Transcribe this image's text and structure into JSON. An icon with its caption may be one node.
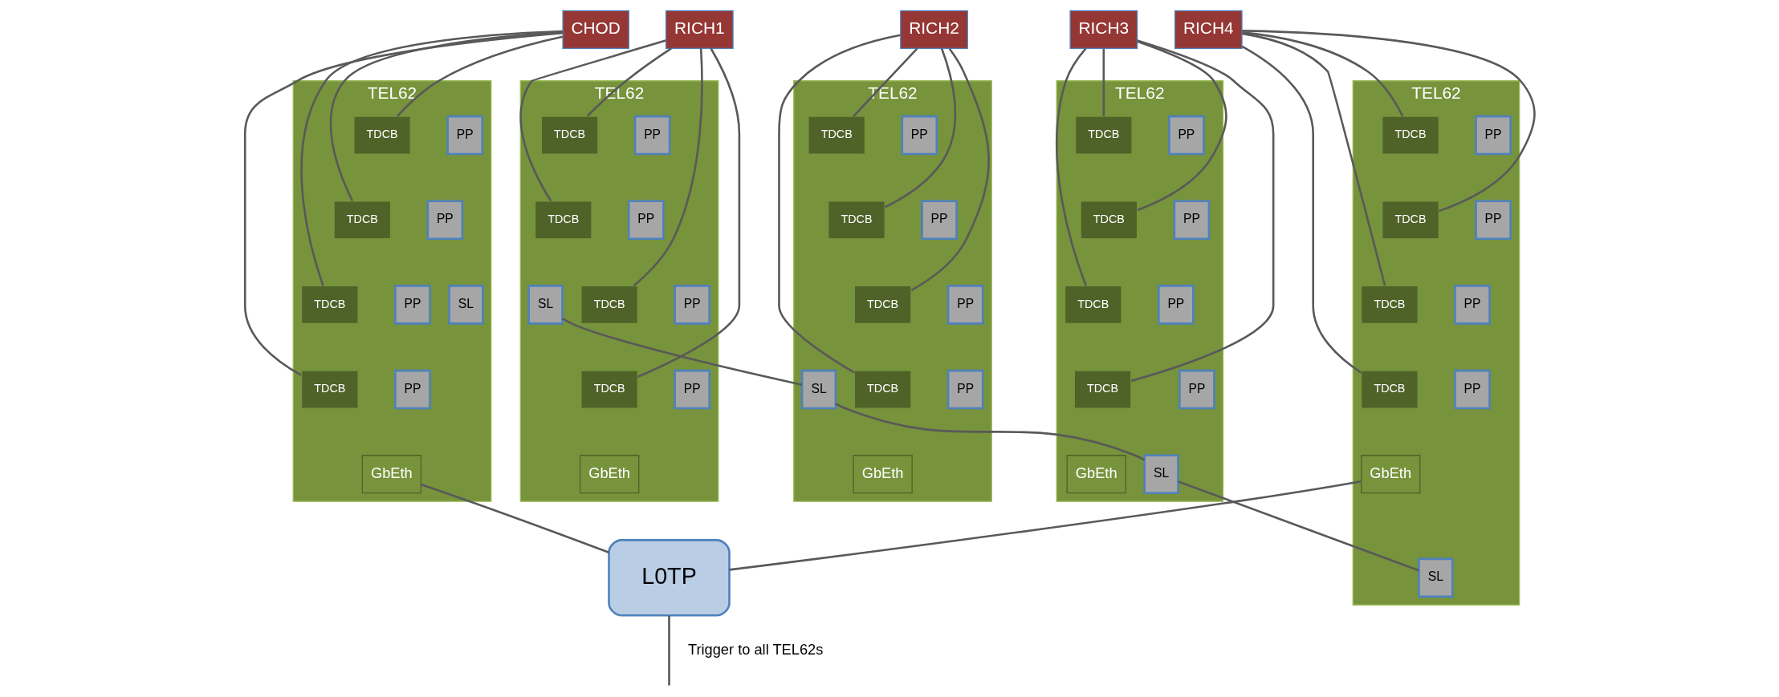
{
  "diagram": {
    "nodes": [
      {
        "text": [
          "CHOD"
        ]
      },
      {
        "text": [
          "TEL62"
        ]
      },
      {
        "text": [
          "TDCB"
        ],
        "in": 1
      },
      {
        "text": [
          "PP"
        ],
        "in": 1
      },
      {
        "text": [
          "TDCB"
        ],
        "in": 1
      },
      {
        "text": [
          "PP"
        ],
        "in": 1
      },
      {
        "text": [
          "TDCB"
        ],
        "in": 1
      },
      {
        "text": [
          "PP"
        ],
        "in": 1
      },
      {
        "text": [
          "TDCB"
        ],
        "in": 1
      },
      {
        "text": [
          "PP"
        ],
        "in": 1
      },
      {
        "text": [
          "SL"
        ],
        "in": 1
      },
      {
        "text": [
          "GbEth"
        ],
        "in": 1
      },
      {
        "text": [
          "RICH1"
        ]
      },
      {
        "text": [
          "TEL62"
        ]
      },
      {
        "text": [
          "TDCB"
        ],
        "in": 13
      },
      {
        "text": [
          "PP"
        ],
        "in": 13
      },
      {
        "text": [
          "TDCB"
        ],
        "in": 13
      },
      {
        "text": [
          "PP"
        ],
        "in": 13
      },
      {
        "text": [
          "TDCB"
        ],
        "in": 13
      },
      {
        "text": [
          "PP"
        ],
        "in": 13
      },
      {
        "text": [
          "TDCB"
        ],
        "in": 13
      },
      {
        "text": [
          "PP"
        ],
        "in": 13
      },
      {
        "text": [
          "SL"
        ],
        "in": 13
      },
      {
        "text": [
          "GbEth"
        ],
        "in": 13
      },
      {
        "text": [
          "RICH2"
        ]
      },
      {
        "text": [
          "TEL62"
        ]
      },
      {
        "text": [
          "TDCB"
        ],
        "in": 25
      },
      {
        "text": [
          "PP"
        ],
        "in": 25
      },
      {
        "text": [
          "TDCB"
        ],
        "in": 25
      },
      {
        "text": [
          "PP"
        ],
        "in": 25
      },
      {
        "text": [
          "TDCB"
        ],
        "in": 25
      },
      {
        "text": [
          "PP"
        ],
        "in": 25
      },
      {
        "text": [
          "TDCB"
        ],
        "in": 25
      },
      {
        "text": [
          "PP"
        ],
        "in": 25
      },
      {
        "text": [
          "SL"
        ],
        "in": 25
      },
      {
        "text": [
          "GbEth"
        ],
        "in": 25
      },
      {
        "text": [
          "RICH3"
        ]
      },
      {
        "text": [
          "TEL62"
        ]
      },
      {
        "text": [
          "TDCB"
        ],
        "in": 37
      },
      {
        "text": [
          "PP"
        ],
        "in": 37
      },
      {
        "text": [
          "TDCB"
        ],
        "in": 37
      },
      {
        "text": [
          "PP"
        ],
        "in": 37
      },
      {
        "text": [
          "TDCB"
        ],
        "in": 37
      },
      {
        "text": [
          "PP"
        ],
        "in": 37
      },
      {
        "text": [
          "TDCB"
        ],
        "in": 37
      },
      {
        "text": [
          "PP"
        ],
        "in": 37
      },
      {
        "text": [
          "SL"
        ],
        "in": 37
      },
      {
        "text": [
          "GbEth"
        ],
        "in": 37
      },
      {
        "text": [
          "RICH4"
        ]
      },
      {
        "text": [
          "TEL62"
        ]
      },
      {
        "text": [
          "TDCB"
        ],
        "in": 49
      },
      {
        "text": [
          "PP"
        ],
        "in": 49
      },
      {
        "text": [
          "TDCB"
        ],
        "in": 49
      },
      {
        "text": [
          "PP"
        ],
        "in": 49
      },
      {
        "text": [
          "TDCB"
        ],
        "in": 49
      },
      {
        "text": [
          "PP"
        ],
        "in": 49
      },
      {
        "text": [
          "TDCB"
        ],
        "in": 49
      },
      {
        "text": [
          "PP"
        ],
        "in": 49
      },
      {
        "text": [
          "SL"
        ],
        "in": 49
      },
      {
        "text": [
          "GbEth"
        ],
        "in": 49
      },
      {
        "text": [
          "L0TP"
        ]
      }
    ],
    "edges": [
      {
        "from": 0,
        "to": 2,
        "arrow": "none"
      },
      {
        "from": 0,
        "to": 4,
        "arrow": "none"
      },
      {
        "from": 0,
        "to": 6,
        "arrow": "none"
      },
      {
        "from": 0,
        "to": 8,
        "arrow": "none"
      },
      {
        "from": 12,
        "to": 14,
        "arrow": "none"
      },
      {
        "from": 12,
        "to": 16,
        "arrow": "none"
      },
      {
        "from": 12,
        "to": 18,
        "arrow": "none"
      },
      {
        "from": 12,
        "to": 20,
        "arrow": "none"
      },
      {
        "from": 24,
        "to": 26,
        "arrow": "none"
      },
      {
        "from": 24,
        "to": 28,
        "arrow": "none"
      },
      {
        "from": 24,
        "to": 30,
        "arrow": "none"
      },
      {
        "from": 24,
        "to": 32,
        "arrow": "none"
      },
      {
        "from": 36,
        "to": 38,
        "arrow": "none"
      },
      {
        "from": 36,
        "to": 40,
        "arrow": "none"
      },
      {
        "from": 36,
        "to": 42,
        "arrow": "none"
      },
      {
        "from": 36,
        "to": 44,
        "arrow": "none"
      },
      {
        "from": 48,
        "to": 50,
        "arrow": "none"
      },
      {
        "from": 48,
        "to": 52,
        "arrow": "none"
      },
      {
        "from": 48,
        "to": 54,
        "arrow": "none"
      },
      {
        "from": 48,
        "to": 56,
        "arrow": "none"
      },
      {
        "from": 22,
        "to": 34,
        "arrow": "none"
      },
      {
        "from": 34,
        "to": 46,
        "arrow": "none"
      },
      {
        "from": 46,
        "to": 58,
        "arrow": "none"
      },
      {
        "from": 11,
        "to": 60,
        "arrow": "none"
      },
      {
        "from": 59,
        "to": 60,
        "arrow": "none"
      },
      {
        "from": 60,
        "to": null,
        "arrow": "none",
        "label": "Trigger to all TEL62s"
      }
    ]
  }
}
